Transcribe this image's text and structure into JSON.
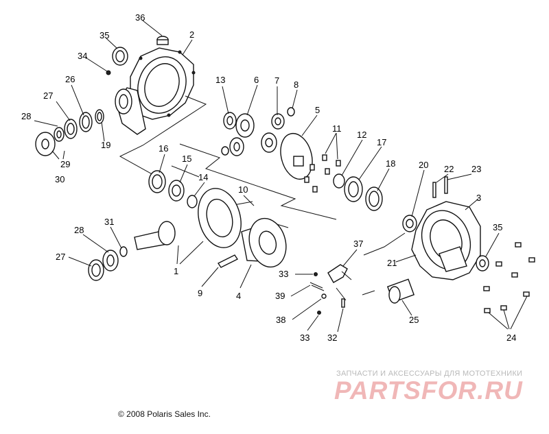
{
  "labels": {
    "1": "1",
    "2": "2",
    "3": "3",
    "4": "4",
    "5": "5",
    "6": "6",
    "7": "7",
    "8": "8",
    "9": "9",
    "10": "10",
    "11": "11",
    "12": "12",
    "13": "13",
    "14": "14",
    "15": "15",
    "16": "16",
    "17": "17",
    "18": "18",
    "19": "19",
    "20": "20",
    "21": "21",
    "22": "22",
    "23": "23",
    "24": "24",
    "25": "25",
    "26": "26",
    "27a": "27",
    "27b": "27",
    "28a": "28",
    "28b": "28",
    "29": "29",
    "30": "30",
    "31": "31",
    "32": "32",
    "33a": "33",
    "33b": "33",
    "34": "34",
    "35a": "35",
    "35b": "35",
    "36": "36",
    "37": "37",
    "38": "38",
    "39": "39"
  },
  "copyright": "© 2008 Polaris Sales Inc.",
  "watermark": {
    "subtitle": "ЗАПЧАСТИ И АКСЕССУАРЫ ДЛЯ МОТОТЕХНИКИ",
    "brand": "PARTSFOR.RU"
  },
  "colors": {
    "ink": "#111111",
    "watermark": "#f0b7b7",
    "watermark_sub": "#b9b9b9"
  }
}
